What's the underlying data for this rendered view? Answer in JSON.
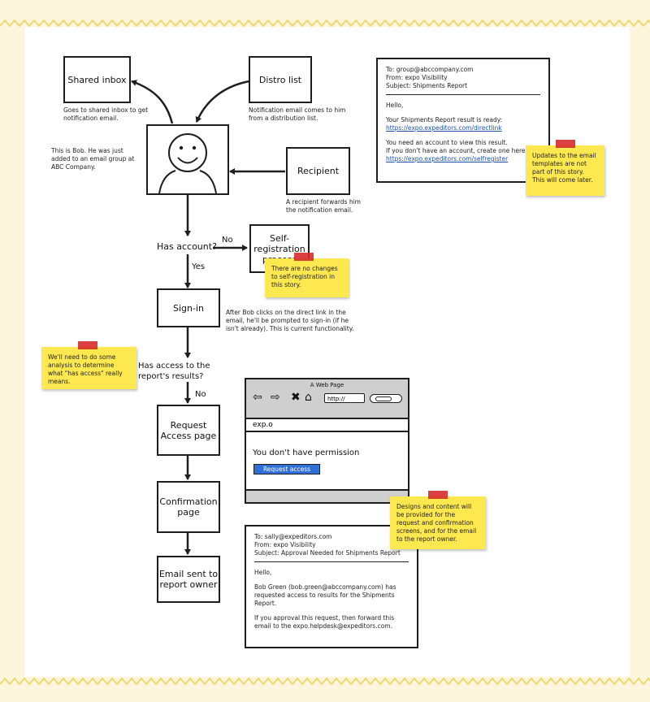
{
  "nodes": {
    "shared_inbox": "Shared inbox",
    "distro_list": "Distro list",
    "recipient": "Recipient",
    "self_registration": "Self-registration process",
    "sign_in": "Sign-in",
    "request_access_page": "Request Access page",
    "confirmation_page": "Confirmation page",
    "email_sent": "Email sent to report owner"
  },
  "decisions": {
    "has_account": "Has account?",
    "has_access": "Has access to the report's results?"
  },
  "edge_labels": {
    "no_account": "No",
    "yes_account": "Yes",
    "no_access": "No"
  },
  "notes": {
    "shared_inbox": "Goes to shared inbox to get notification email.",
    "distro_list": "Notification email comes to him from a distribution list.",
    "bob": "This is Bob. He was just added to an email group at ABC Company.",
    "recipient": "A recipient forwards him the notification email.",
    "sign_in": "After Bob clicks on the direct link in the email, he'll be prompted to sign-in (if he isn't already). This is current functionality."
  },
  "stickies": {
    "email_templates": "Updates to the email templates are not part of this story. This will come later.",
    "self_registration": "There are no changes to self-registration in this story.",
    "has_access": "We'll need to do some analysis to determine what \"has access\" really means.",
    "designs": "Designs and content will be provided for the request and confirmation screens, and for the email to the report owner."
  },
  "email1": {
    "to": "To: group@abccompany.com",
    "from": "From: expo Visibility",
    "subject": "Subject: Shipments Report",
    "greeting": "Hello,",
    "ready": "Your Shipments Report result is ready:",
    "link1": "https://expo.expeditors.com/directlink",
    "need_account": "You need an account to view this result.",
    "no_account": "If you don't have an account, create one here:",
    "link2": "https://expo.expeditors.com/selfregister"
  },
  "email2": {
    "to": "To: sally@expeditors.com",
    "from": "From: expo Visibility",
    "subject": "Subject: Approval Needed for Shipments Report",
    "greeting": "Hello,",
    "body1": "Bob Green (bob.green@abccompany.com) has requested access to results for the Shipments Report.",
    "body2": "If you approval this request, then forward this email to the expo.helpdesk@expeditors.com."
  },
  "browser": {
    "title": "A Web Page",
    "url": "http://",
    "app_name": "exp.o",
    "message": "You don't have permission",
    "button": "Request access"
  },
  "colors": {
    "background": "#fdf6dc",
    "zigzag": "#f0d870",
    "sticky": "#fde84f",
    "tape": "#d62b2b",
    "button": "#2f6fd8",
    "link": "#1a4fb0"
  }
}
